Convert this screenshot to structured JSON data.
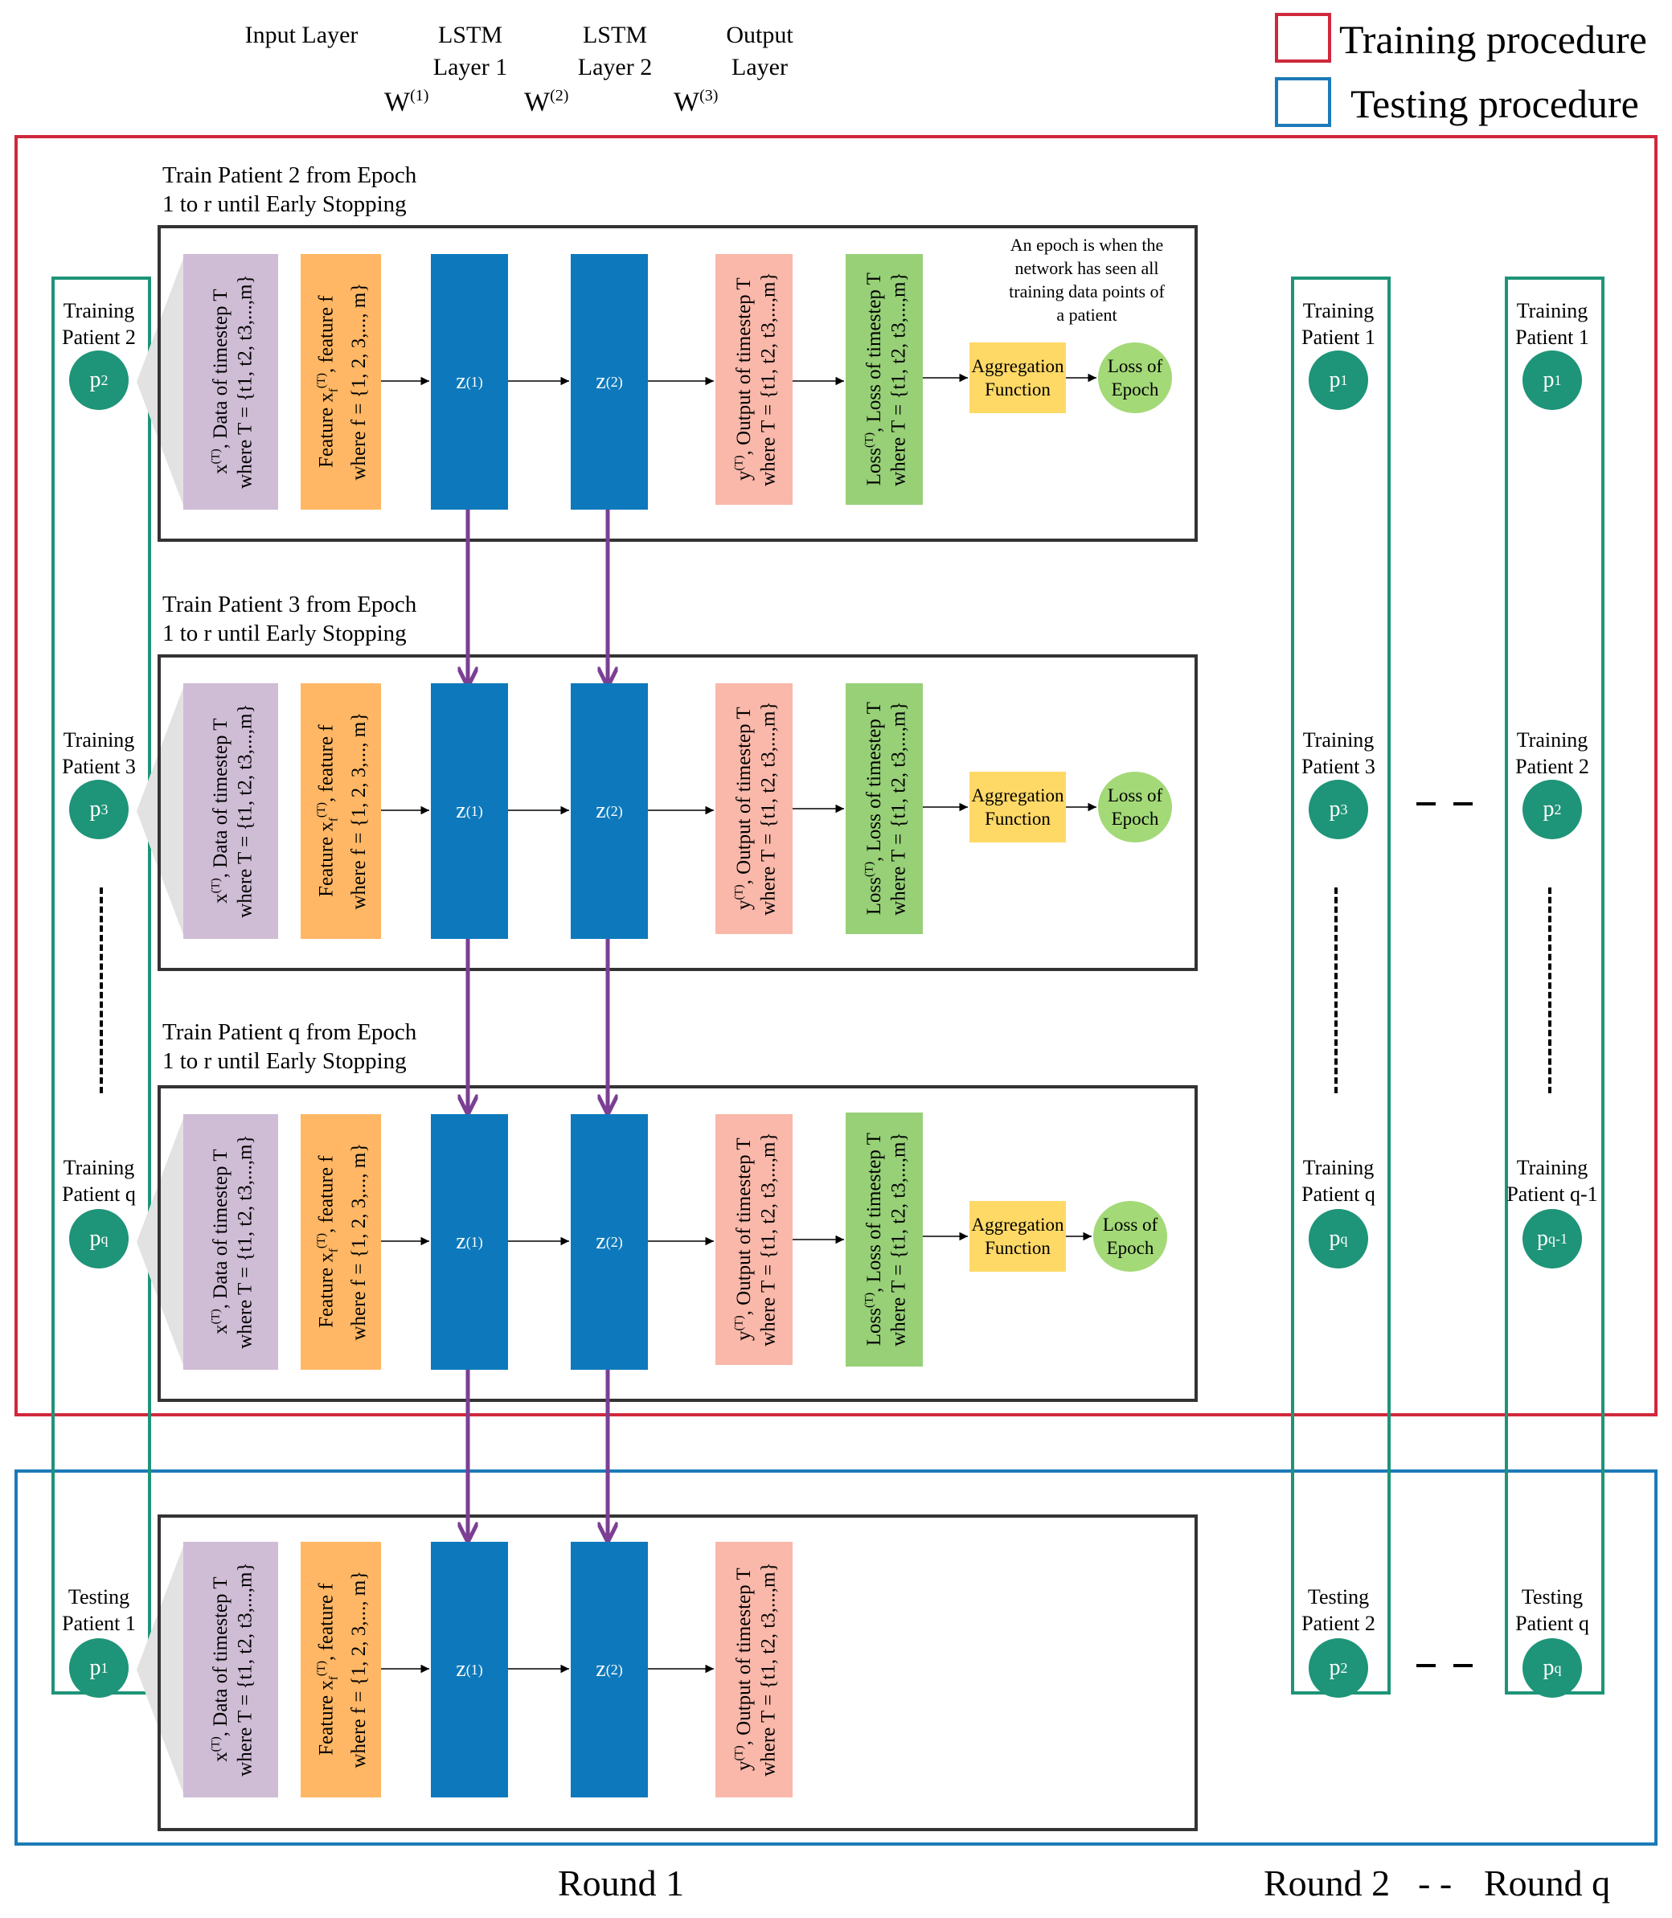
{
  "header": {
    "layers": [
      "Input Layer",
      "LSTM\nLayer 1",
      "LSTM\nLayer 2",
      "Output\nLayer"
    ],
    "weights": [
      {
        "base": "W",
        "sup": "(1)"
      },
      {
        "base": "W",
        "sup": "(2)"
      },
      {
        "base": "W",
        "sup": "(3)"
      }
    ]
  },
  "legend": [
    {
      "label": "Training procedure",
      "color": "#d0283c"
    },
    {
      "label": "Testing procedure",
      "color": "#1b7ab8"
    }
  ],
  "colors": {
    "input": "#cfbcd5",
    "feature": "#ffb766",
    "lstm": "#0d79bc",
    "output": "#f9b8aa",
    "loss": "#97d077",
    "aggregation": "#ffd966",
    "loss_of_epoch": "#a3d977",
    "patient": "#1e9478",
    "weight_arrow": "#7b3f93"
  },
  "blocks": {
    "input_l1": "x",
    "input_sup": "(T)",
    "input_l1_rest": ", Data of timestep T",
    "input_l2": "where T = {t1, t2, t3,...,m}",
    "feature_l1_a": "Feature x",
    "feature_sub": "f",
    "feature_sup": "(T)",
    "feature_l1_b": ", feature f",
    "feature_l2": "where f = {1, 2, 3,..., m}",
    "z1_base": "z",
    "z1_sup": "(1)",
    "z2_base": "z",
    "z2_sup": "(2)",
    "output_l1_a": "y",
    "output_sup": "(T)",
    "output_l1_b": ", Output of timestep T",
    "output_l2": "where T = {t1, t2, t3,...,m}",
    "loss_l1_a": "Loss",
    "loss_sup": "(T)",
    "loss_l1_b": ", Loss of timestep T",
    "loss_l2": "where T = {t1, t2, t3,...,m}",
    "aggregation": "Aggregation\nFunction",
    "loss_of_epoch": "Loss of\nEpoch"
  },
  "epoch_note": "An epoch is when the\nnetwork has seen all\ntraining data points of\na patient",
  "train_titles": [
    "Train Patient 2 from Epoch\n1 to r until Early Stopping",
    "Train Patient 3 from Epoch\n1 to r until Early Stopping",
    "Train Patient q from Epoch\n1 to r until Early Stopping"
  ],
  "round1": {
    "patients": [
      {
        "label": "Training\nPatient 2",
        "p": "p",
        "sub": "2"
      },
      {
        "label": "Training\nPatient 3",
        "p": "p",
        "sub": "3"
      },
      {
        "label": "Training\nPatient q",
        "p": "p",
        "sub": "q"
      },
      {
        "label": "Testing\nPatient 1",
        "p": "p",
        "sub": "1"
      }
    ]
  },
  "round2": {
    "patients": [
      {
        "label": "Training\nPatient 1",
        "p": "p",
        "sub": "1"
      },
      {
        "label": "Training\nPatient 3",
        "p": "p",
        "sub": "3"
      },
      {
        "label": "Training\nPatient q",
        "p": "p",
        "sub": "q"
      },
      {
        "label": "Testing\nPatient 2",
        "p": "p",
        "sub": "2"
      }
    ]
  },
  "roundq": {
    "patients": [
      {
        "label": "Training\nPatient 1",
        "p": "p",
        "sub": "1"
      },
      {
        "label": "Training\nPatient 2",
        "p": "p",
        "sub": "2"
      },
      {
        "label": "Training\nPatient q-1",
        "p": "p",
        "sub": "q-1"
      },
      {
        "label": "Testing\nPatient q",
        "p": "p",
        "sub": "q"
      }
    ]
  },
  "rounds": {
    "r1": "Round 1",
    "r2": "Round 2",
    "dash": "- -",
    "rq": "Round q"
  }
}
